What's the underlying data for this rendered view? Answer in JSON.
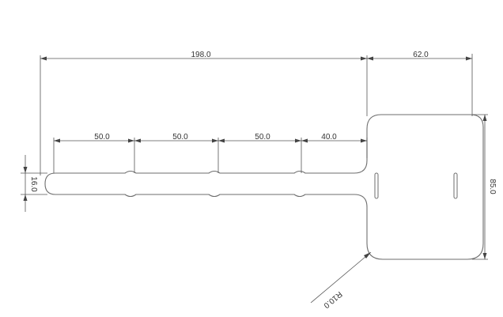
{
  "dimensions": {
    "overall_length": "198.0",
    "tag_width": "62.0",
    "segment_1": "50.0",
    "segment_2": "50.0",
    "segment_3": "50.0",
    "segment_4": "40.0",
    "strip_width": "16.0",
    "tag_height": "85.0",
    "fillet_radius": "R10.0"
  },
  "colors": {
    "outline": "#6e6e6e",
    "dimension": "#555555"
  }
}
